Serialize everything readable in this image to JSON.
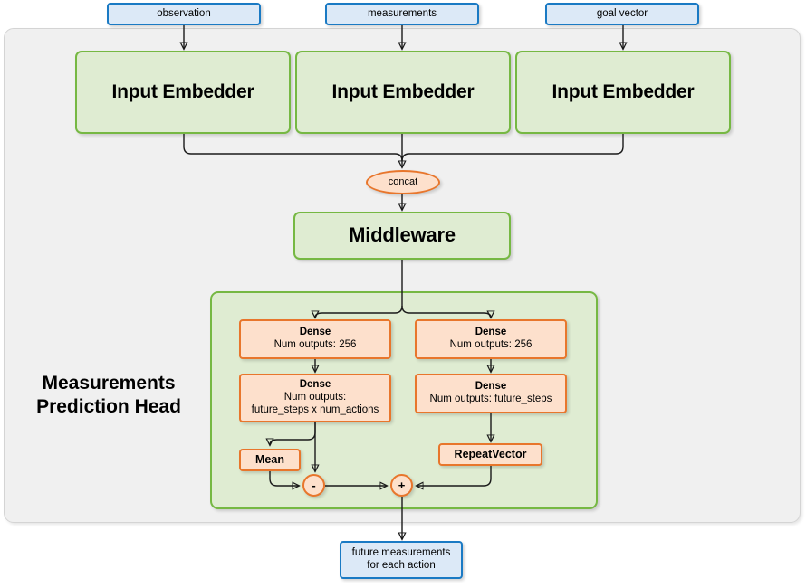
{
  "diagram": {
    "title": "Measurements Prediction Head",
    "head_title_line1": "Measurements",
    "head_title_line2": "Prediction Head"
  },
  "colors": {
    "input_box_fill": "#dce9f7",
    "input_box_border": "#1a7ac4",
    "module_fill": "#dfecd2",
    "module_border": "#76b843",
    "op_fill": "#fde0cc",
    "op_border": "#e8762c",
    "container_fill": "#f0f0f0",
    "container_border": "#d4d4d4",
    "edge": "#1a1a1a"
  },
  "inputs": [
    {
      "label": "observation"
    },
    {
      "label": "measurements"
    },
    {
      "label": "goal vector"
    }
  ],
  "embedders": [
    {
      "label": "Input Embedder"
    },
    {
      "label": "Input Embedder"
    },
    {
      "label": "Input Embedder"
    }
  ],
  "concat": {
    "label": "concat"
  },
  "middleware": {
    "label": "Middleware"
  },
  "head": {
    "left_branch": [
      {
        "title": "Dense",
        "sub": "Num outputs: 256"
      },
      {
        "title": "Dense",
        "sub": "Num outputs:",
        "sub2": "future_steps x num_actions"
      }
    ],
    "right_branch": [
      {
        "title": "Dense",
        "sub": "Num outputs: 256"
      },
      {
        "title": "Dense",
        "sub": "Num outputs: future_steps"
      }
    ],
    "mean": {
      "label": "Mean"
    },
    "repeat_vector": {
      "label": "RepeatVector"
    },
    "subtract_op": {
      "label": "-"
    },
    "add_op": {
      "label": "+"
    }
  },
  "output": {
    "line1": "future measurements",
    "line2": "for each action"
  }
}
